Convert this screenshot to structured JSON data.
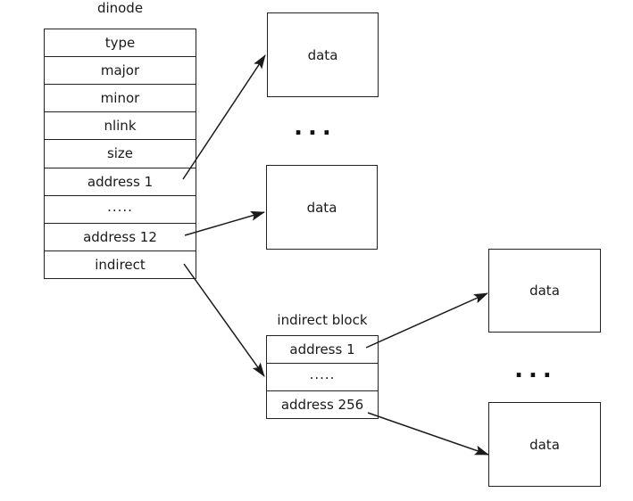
{
  "diagram": {
    "dinode_table": {
      "title": "dinode",
      "rows": [
        "type",
        "major",
        "minor",
        "nlink",
        "size",
        "address 1",
        ".....",
        "address 12",
        "indirect"
      ]
    },
    "indirect_block_table": {
      "title": "indirect block",
      "rows": [
        "address 1",
        ".....",
        "address 256"
      ]
    },
    "data_boxes": [
      {
        "label": "data"
      },
      {
        "label": "data"
      },
      {
        "label": "data"
      },
      {
        "label": "data"
      }
    ],
    "ellipsis_direct": "...",
    "ellipsis_indirect": "...",
    "colors": {
      "ink": "#1a1a1a",
      "border": "#222222",
      "background": "#ffffff"
    }
  }
}
